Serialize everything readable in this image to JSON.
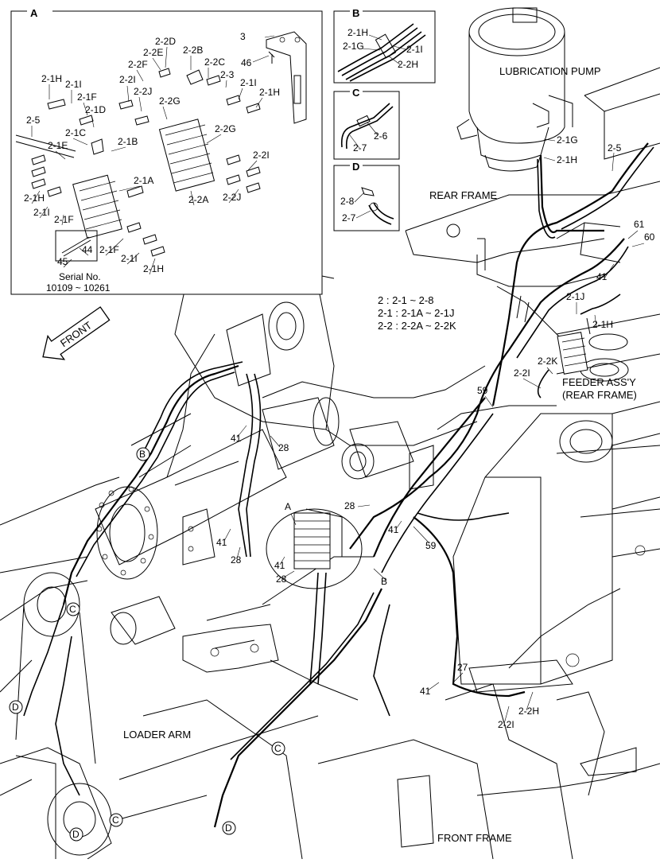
{
  "inset_a": {
    "letter": "A",
    "serial_caption": "Serial No.",
    "serial_range": "10109 ~ 10261",
    "labels": [
      "3",
      "46",
      "2-2D",
      "2-2B",
      "2-2E",
      "2-2F",
      "2-2C",
      "2-3",
      "2-1I",
      "2-1H",
      "2-1H",
      "2-1I",
      "2-2I",
      "2-2J",
      "2-2G",
      "2-1F",
      "2-1D",
      "2-5",
      "2-1C",
      "2-1E",
      "2-1B",
      "2-2G",
      "2-2I",
      "2-1A",
      "2-2A",
      "2-2J",
      "2-1H",
      "2-1I",
      "2-1F",
      "2-1F",
      "2-1I",
      "2-1H",
      "44",
      "45"
    ]
  },
  "inset_b": {
    "letter": "B",
    "labels": [
      "2-1H",
      "2-1I",
      "2-1G",
      "2-2H"
    ]
  },
  "inset_c": {
    "letter": "C",
    "labels": [
      "2-6",
      "2-7"
    ]
  },
  "inset_d": {
    "letter": "D",
    "labels": [
      "2-8",
      "2-7"
    ]
  },
  "legend": {
    "line1": "2    : 2-1 ~ 2-8",
    "line2": "2-1 : 2-1A ~ 2-1J",
    "line3": "2-2 : 2-2A ~ 2-2K"
  },
  "front_arrow": "FRONT",
  "titles": {
    "lubrication_pump": "LUBRICATION PUMP",
    "rear_frame": "REAR FRAME",
    "feeder_1": "FEEDER ASS'Y",
    "feeder_2": "(REAR FRAME)",
    "loader_arm": "LOADER ARM",
    "front_frame": "FRONT FRAME"
  },
  "callouts": [
    "2-1G",
    "2-1H",
    "2-5",
    "61",
    "60",
    "41",
    "2-1J",
    "2-1H",
    "2-2K",
    "2-2I",
    "59",
    "41",
    "28",
    "A",
    "28",
    "41",
    "59",
    "41",
    "28",
    "41",
    "28",
    "B",
    "B",
    "27",
    "41",
    "2-2H",
    "2-2I",
    "C",
    "C",
    "C",
    "D",
    "D",
    "D"
  ]
}
